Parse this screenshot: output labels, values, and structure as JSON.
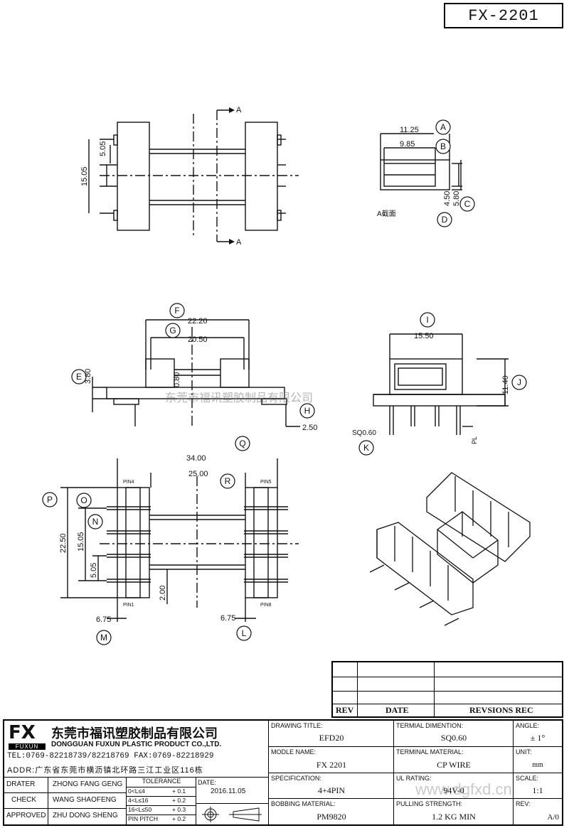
{
  "header": {
    "drawing_no": "FX-2201"
  },
  "views": {
    "section_marker": "A",
    "section_caption": "A截面",
    "dims_top": [
      "5.05",
      "15.05"
    ],
    "dims_section": [
      "11.25",
      "9.85",
      "4.50",
      "5.80"
    ],
    "dims_front": [
      "22.20",
      "20.50",
      "3.80",
      "0.80",
      "2.50"
    ],
    "dims_side": [
      "15.50",
      "11.40",
      "SQ0.60",
      "PL"
    ],
    "dims_bottom": [
      "34.00",
      "25.00",
      "22.50",
      "15.05",
      "5.05",
      "2.00",
      "6.75",
      "6.75"
    ],
    "pins": [
      "PIN4",
      "PIN5",
      "PIN1",
      "PIN8"
    ],
    "callouts": [
      "A",
      "B",
      "C",
      "D",
      "E",
      "F",
      "G",
      "H",
      "I",
      "J",
      "K",
      "L",
      "M",
      "N",
      "O",
      "P",
      "Q",
      "R"
    ]
  },
  "watermarks": {
    "company": "东莞市福讯塑胶制品有限公司",
    "site": "www.dgfxd.cn"
  },
  "rev_table": {
    "col_rev": "REV",
    "col_date": "DATE",
    "col_rec": "REVSIONS REC"
  },
  "title_block": {
    "logo": "FX",
    "logo_sub": "FUXUN",
    "company_cn": "东莞市福讯塑胶制品有限公司",
    "company_en": "DONGGUAN FUXUN PLASTIC PRODUCT CO.,LTD.",
    "tel": "TEL:0769-82218739/82218769 FAX:0769-82218929",
    "addr": "ADDR:广东省东莞市横沥镇北环路三江工业区116栋",
    "drater_label": "DRATER",
    "drater": "ZHONG FANG GENG",
    "check_label": "CHECK",
    "check": "WANG SHAOFENG",
    "approved_label": "APPROVED",
    "approved": "ZHU DONG SHENG",
    "tolerance_label": "TOLERANCE",
    "tolerances": [
      {
        "range": "0<L≤4",
        "tol": "+ 0.1"
      },
      {
        "range": "4<L≤16",
        "tol": "+ 0.2"
      },
      {
        "range": "16<L≤50",
        "tol": "+ 0.3"
      },
      {
        "range": "PIN PITCH",
        "tol": "+ 0.2"
      }
    ],
    "date_label": "DATE:",
    "date": "2016.11.05",
    "drawing_title_label": "DRAWING TITLE:",
    "drawing_title": "EFD20",
    "terminal_dim_label": "TERMIAL DIMENTION:",
    "terminal_dim": "SQ0.60",
    "angle_label": "ANGLE:",
    "angle": "± 1°",
    "model_label": "MODLE NAME:",
    "model": "FX 2201",
    "terminal_mat_label": "TERMINAL MATERIAL:",
    "terminal_mat": "CP WIRE",
    "unit_label": "UNIT:",
    "unit": "mm",
    "spec_label": "SPECIFICATION:",
    "spec": "4+4PIN",
    "ul_label": "UL RATING:",
    "ul": "94V-0",
    "scale_label": "SCALE:",
    "scale": "1:1",
    "bobbin_label": "BOBBING MATERIAL:",
    "bobbin": "PM9820",
    "pull_label": "PULLING STRENGTH:",
    "pull": "1.2 KG MIN",
    "rev_label": "REV:",
    "rev": "A/0"
  }
}
